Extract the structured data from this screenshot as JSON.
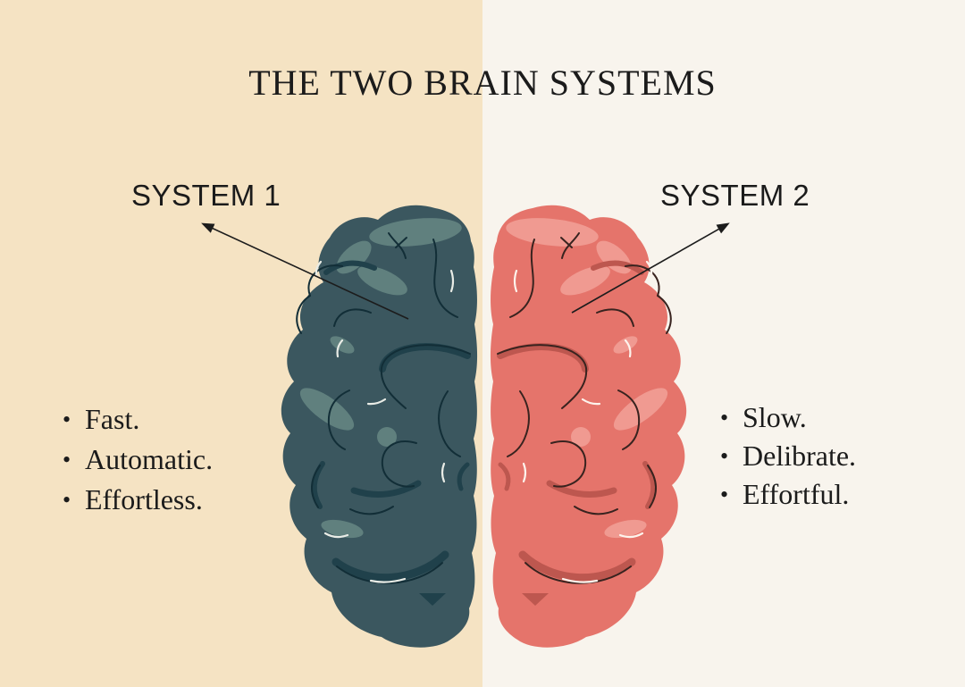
{
  "title": "THE TWO BRAIN SYSTEMS",
  "left_panel": {
    "label": "SYSTEM 1",
    "bullets": [
      "Fast.",
      "Automatic.",
      "Effortless."
    ]
  },
  "right_panel": {
    "label": "SYSTEM 2",
    "bullets": [
      "Slow.",
      "Delibrate.",
      "Effortful."
    ]
  },
  "colors": {
    "bg-left": "#f5e3c3",
    "bg-right": "#f8f4ed",
    "text": "#1b1b1b",
    "arrow": "#1c1c1c",
    "brain-left-base": "#3b575f",
    "brain-left-highlight": "#60807e",
    "brain-left-shadow": "#20414b",
    "brain-left-line": "#122e37",
    "brain-left-glint": "#e9ece6",
    "brain-right-base": "#e5746b",
    "brain-right-highlight": "#f09a91",
    "brain-right-shadow": "#bd574f",
    "brain-right-line": "#38231f",
    "brain-right-glint": "#fdf3ec"
  }
}
